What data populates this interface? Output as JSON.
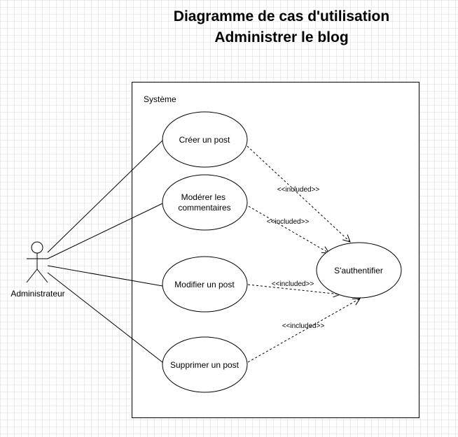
{
  "title": {
    "line1": "Diagramme de cas d'utilisation",
    "line2": "Administrer le blog"
  },
  "system": {
    "label": "Système"
  },
  "actor": {
    "label": "Administrateur"
  },
  "use_cases": {
    "create_post": [
      "Créer un post"
    ],
    "moderate_comments": [
      "Modérer les",
      "commentaires"
    ],
    "edit_post": [
      "Modifier un post"
    ],
    "delete_post": [
      "Supprimer un post"
    ],
    "authenticate": [
      "S'authentifier"
    ]
  },
  "relation_label": "<<included>>",
  "colors": {
    "stroke": "#000000",
    "fill": "#ffffff",
    "grid": "#e5e5e5"
  }
}
